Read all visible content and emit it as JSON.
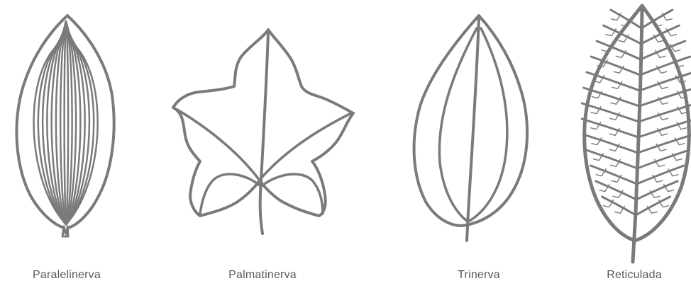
{
  "figure": {
    "leaves": [
      {
        "id": "paralelinerva",
        "label": "Paralelinerva"
      },
      {
        "id": "palmatinerva",
        "label": "Palmatinerva"
      },
      {
        "id": "trinerva",
        "label": "Trinerva"
      },
      {
        "id": "reticulada",
        "label": "Reticulada"
      }
    ],
    "stroke_color": "#7a7a7c",
    "text_color": "#5a5a5c"
  }
}
